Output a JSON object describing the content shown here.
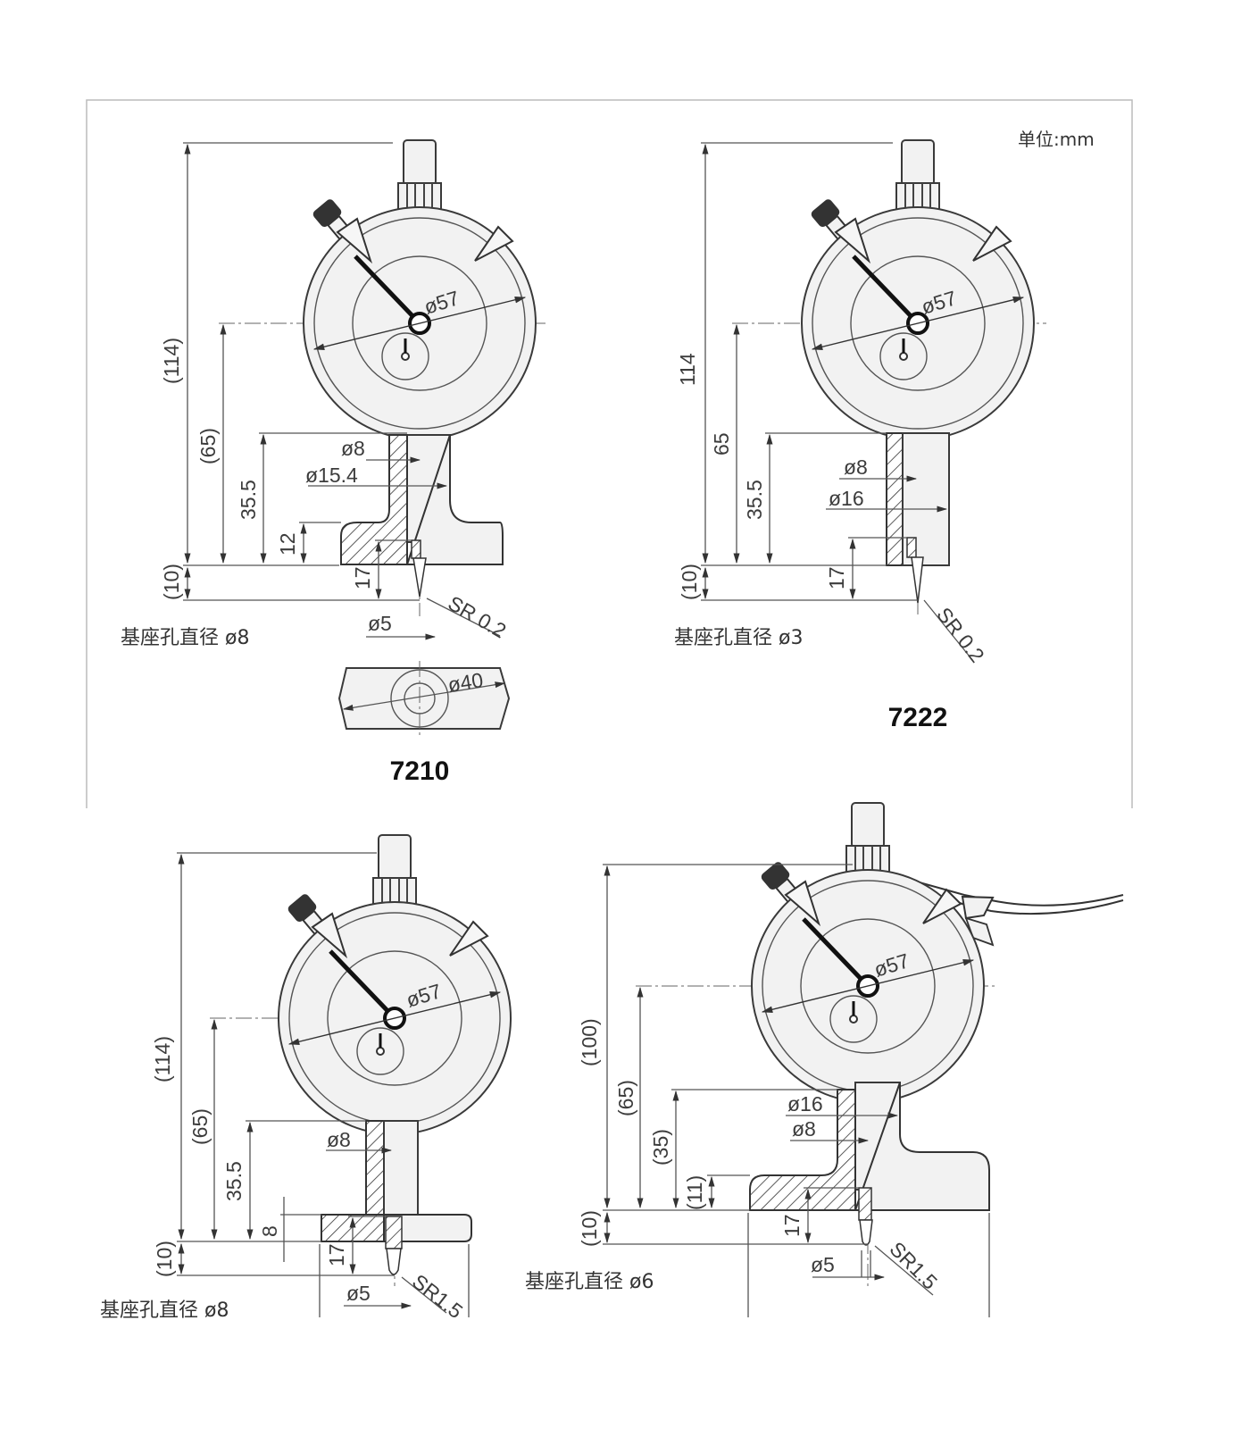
{
  "unit_label": "单位:mm",
  "diagrams": [
    {
      "model": "7210",
      "dims": {
        "overall": "(114)",
        "center": "(65)",
        "base_top": "35.5",
        "hole_depth": "12",
        "below": "(10)",
        "tip": "17",
        "dial": "ø57",
        "stem": "ø8",
        "bore": "ø15.4",
        "tip_dia": "ø5",
        "radius": "SR 0.2",
        "base_dia": "ø40"
      },
      "caption": "基座孔直径 ø8"
    },
    {
      "model": "7222",
      "dims": {
        "overall": "114",
        "center": "65",
        "base_top": "35.5",
        "below": "(10)",
        "tip": "17",
        "dial": "ø57",
        "stem": "ø8",
        "bore": "ø16",
        "radius": "SR 0.2"
      },
      "caption": "基座孔直径 ø3"
    },
    {
      "model": "",
      "dims": {
        "overall": "(114)",
        "center": "(65)",
        "base_top": "35.5",
        "flange": "8",
        "below": "(10)",
        "tip": "17",
        "dial": "ø57",
        "stem": "ø8",
        "tip_dia": "ø5",
        "radius": "SR1.5"
      },
      "caption": "基座孔直径 ø8"
    },
    {
      "model": "",
      "dims": {
        "overall": "(100)",
        "center": "(65)",
        "base_top": "(35)",
        "flange": "(11)",
        "below": "(10)",
        "tip": "17",
        "dial": "ø57",
        "bore": "ø16",
        "stem": "ø8",
        "tip_dia": "ø5",
        "radius": "SR1.5"
      },
      "caption": "基座孔直径 ø6"
    }
  ]
}
